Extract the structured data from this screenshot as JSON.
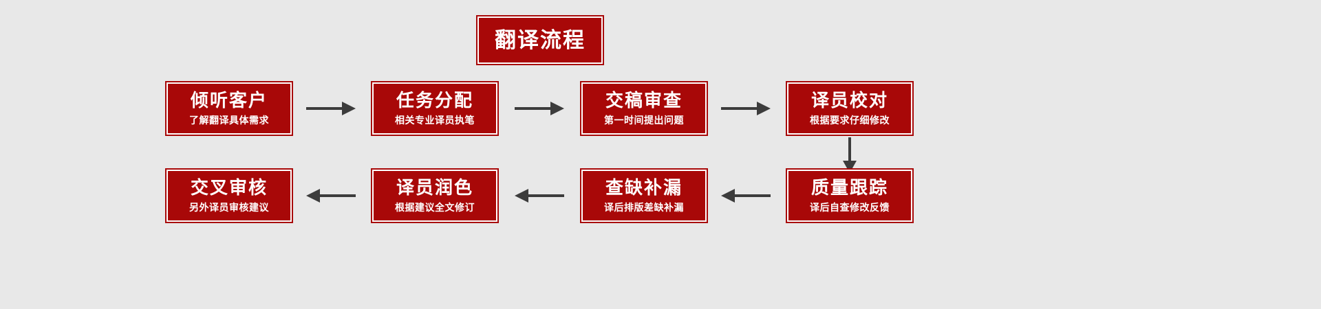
{
  "diagram": {
    "title": "翻译流程",
    "background_color": "#e8e8e8",
    "box_color": "#a80808",
    "box_border_color": "#ffffff",
    "arrow_color": "#3c3c3c",
    "text_color": "#ffffff",
    "row1": [
      {
        "title": "倾听客户",
        "subtitle": "了解翻译具体需求"
      },
      {
        "title": "任务分配",
        "subtitle": "相关专业译员执笔"
      },
      {
        "title": "交稿审查",
        "subtitle": "第一时间提出问题"
      },
      {
        "title": "译员校对",
        "subtitle": "根据要求仔细修改"
      }
    ],
    "row2": [
      {
        "title": "交叉审核",
        "subtitle": "另外译员审核建议"
      },
      {
        "title": "译员润色",
        "subtitle": "根据建议全文修订"
      },
      {
        "title": "查缺补漏",
        "subtitle": "译后排版差缺补漏"
      },
      {
        "title": "质量跟踪",
        "subtitle": "译后自查修改反馈"
      }
    ],
    "arrows": {
      "row1_right_1": "arrow-right",
      "row1_right_2": "arrow-right",
      "row1_right_3": "arrow-right",
      "down_connector": "arrow-down",
      "row2_left_1": "arrow-left",
      "row2_left_2": "arrow-left",
      "row2_left_3": "arrow-left"
    }
  }
}
